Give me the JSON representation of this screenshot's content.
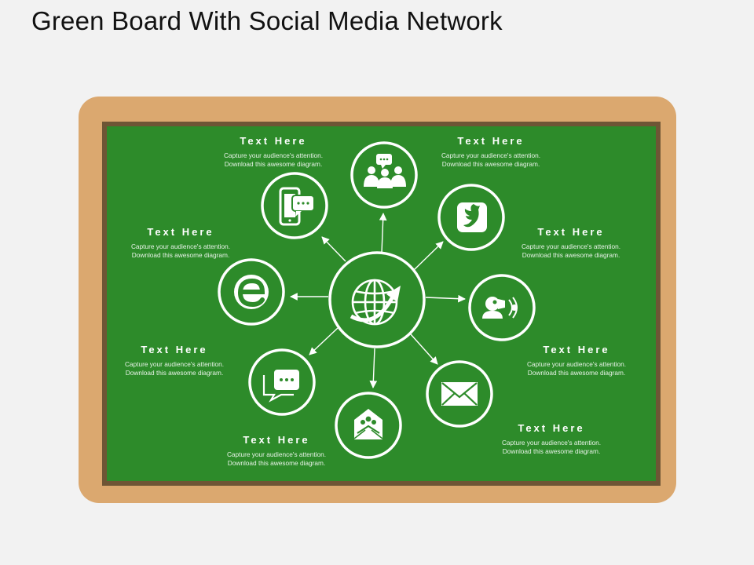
{
  "title": "Green Board With Social Media Network",
  "colors": {
    "background": "#f2f2f2",
    "frame": "#dba86f",
    "frame_border": "#6e5535",
    "board": "#2d8b2a",
    "ink": "#ffffff"
  },
  "center": {
    "icon": "globe-arrow-icon"
  },
  "nodes": [
    {
      "id": "group-chat",
      "icon": "group-chat-icon"
    },
    {
      "id": "twitter",
      "icon": "bird-icon"
    },
    {
      "id": "speaker",
      "icon": "person-speaking-icon"
    },
    {
      "id": "mail",
      "icon": "envelope-icon"
    },
    {
      "id": "mail-group",
      "icon": "open-envelope-group-icon"
    },
    {
      "id": "chat",
      "icon": "chat-bubble-icon"
    },
    {
      "id": "explorer",
      "icon": "e-logo-icon"
    },
    {
      "id": "mobile-chat",
      "icon": "mobile-chat-icon"
    }
  ],
  "labels": [
    {
      "heading": "Text Here",
      "text": "Capture your audience's attention.\nDownload  this awesome diagram."
    },
    {
      "heading": "Text Here",
      "text": "Capture your audience's attention.\nDownload  this awesome diagram."
    },
    {
      "heading": "Text Here",
      "text": "Capture your audience's attention.\nDownload  this awesome diagram."
    },
    {
      "heading": "Text Here",
      "text": "Capture your audience's attention.\nDownload  this awesome diagram."
    },
    {
      "heading": "Text Here",
      "text": "Capture your audience's attention.\nDownload  this awesome diagram."
    },
    {
      "heading": "Text Here",
      "text": "Capture your audience's attention.\nDownload  this awesome diagram."
    },
    {
      "heading": "Text Here",
      "text": "Capture your audience's attention.\nDownload  this awesome diagram."
    },
    {
      "heading": "Text Here",
      "text": "Capture your audience's attention.\nDownload  this awesome diagram."
    }
  ]
}
